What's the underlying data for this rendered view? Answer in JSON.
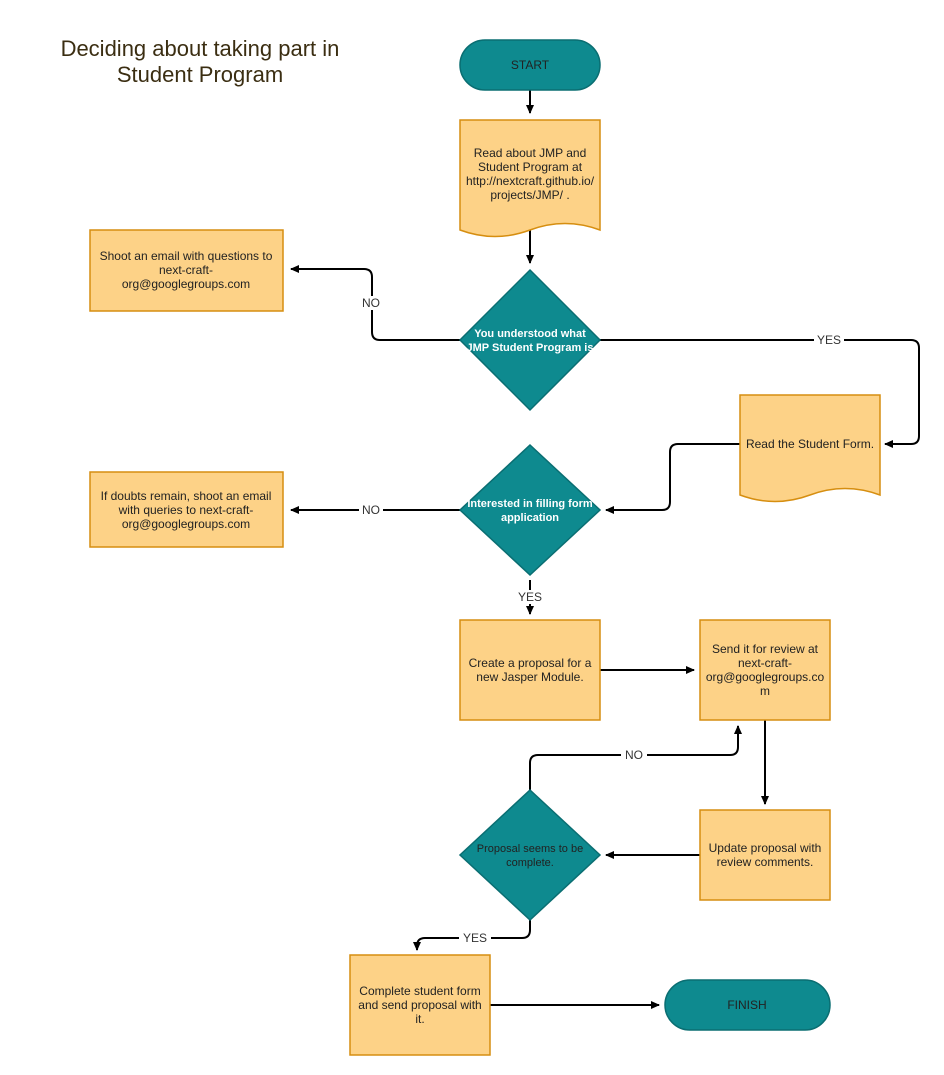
{
  "title": "Deciding about taking part in Student Program",
  "colors": {
    "terminal": "#0e8a8f",
    "process": "#fdd287",
    "process_border": "#d68e10",
    "decision": "#0e8a8f",
    "arrow": "#000000"
  },
  "nodes": {
    "start": [
      "START"
    ],
    "read_about": [
      "Read about JMP and",
      "Student Program at",
      "http://nextcraft.github.io/",
      "projects/JMP/ ."
    ],
    "email_questions": [
      "Shoot an email with questions to",
      "next-craft-",
      "org@googlegroups.com"
    ],
    "understood": [
      "You understood what",
      "JMP Student Program is"
    ],
    "read_form": [
      "Read the Student Form."
    ],
    "doubts_email": [
      "If doubts remain, shoot an email",
      "with queries to next-craft-",
      "org@googlegroups.com"
    ],
    "interested": [
      "Interested in filling form",
      "application"
    ],
    "create_proposal": [
      "Create a proposal for a",
      "new Jasper Module."
    ],
    "send_review": [
      "Send it for review at",
      "next-craft-",
      "org@googlegroups.co",
      "m"
    ],
    "update_proposal": [
      "Update proposal with",
      "review comments."
    ],
    "complete_q": [
      "Proposal seems to be",
      "complete."
    ],
    "complete_form": [
      "Complete student form",
      "and send proposal with",
      "it."
    ],
    "finish": [
      "FINISH"
    ]
  },
  "edge_labels": {
    "understood_no": "NO",
    "understood_yes": "YES",
    "interested_no": "NO",
    "interested_yes": "YES",
    "complete_no": "NO",
    "complete_yes": "YES"
  }
}
